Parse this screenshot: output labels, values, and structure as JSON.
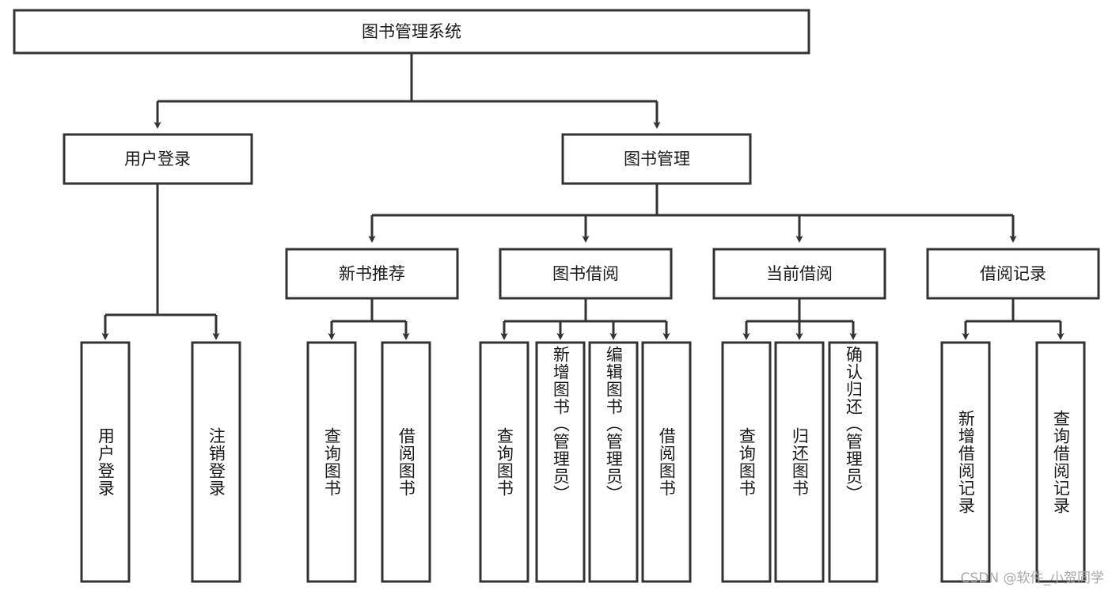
{
  "diagram": {
    "title_node": {
      "label": "图书管理系统"
    },
    "level2": [
      {
        "id": "user-login",
        "label": "用户登录"
      },
      {
        "id": "book-management",
        "label": "图书管理"
      }
    ],
    "level3": [
      {
        "id": "new-book-recommend",
        "label": "新书推荐"
      },
      {
        "id": "book-borrow",
        "label": "图书借阅"
      },
      {
        "id": "current-borrow",
        "label": "当前借阅"
      },
      {
        "id": "borrow-record",
        "label": "借阅记录"
      }
    ],
    "leaves": {
      "user_login": [
        {
          "id": "leaf-user-login",
          "label": "用户登录"
        },
        {
          "id": "leaf-logout-login",
          "label": "注销登录"
        }
      ],
      "new_book_recommend": [
        {
          "id": "leaf-query-book-1",
          "label": "查询图书"
        },
        {
          "id": "leaf-borrow-book-1",
          "label": "借阅图书"
        }
      ],
      "book_borrow": [
        {
          "id": "leaf-query-book-2",
          "label": "查询图书"
        },
        {
          "id": "leaf-add-book",
          "label": "新增图书（管理员）"
        },
        {
          "id": "leaf-edit-book",
          "label": "编辑图书（管理员）"
        },
        {
          "id": "leaf-borrow-book-2",
          "label": "借阅图书"
        }
      ],
      "current_borrow": [
        {
          "id": "leaf-query-book-3",
          "label": "查询图书"
        },
        {
          "id": "leaf-return-book",
          "label": "归还图书"
        },
        {
          "id": "leaf-confirm-return",
          "label": "确认归还（管理员）"
        }
      ],
      "borrow_record": [
        {
          "id": "leaf-add-record",
          "label": "新增借阅记录"
        },
        {
          "id": "leaf-query-record",
          "label": "查询借阅记录"
        }
      ]
    },
    "watermark": "CSDN @软件_小贺同学",
    "colors": {
      "stroke": "#333333",
      "fill": "#ffffff",
      "text": "#1a1a1a",
      "watermark": "#a8a8a8"
    }
  }
}
